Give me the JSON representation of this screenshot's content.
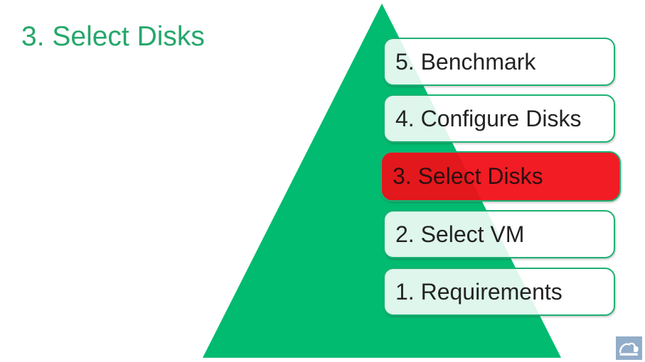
{
  "slide": {
    "title": "3. Select Disks",
    "colors": {
      "triangle_fill": "#00BB70",
      "box_border": "#1CB173",
      "title_text": "#25A76B",
      "box_text": "#232323",
      "highlight_fill": "#F00E16",
      "logo_background": "#92ADC9"
    },
    "pyramid": {
      "items": [
        {
          "label": "5. Benchmark",
          "highlighted": false
        },
        {
          "label": "4. Configure Disks",
          "highlighted": false
        },
        {
          "label": "3. Select Disks",
          "highlighted": true
        },
        {
          "label": "2. Select VM",
          "highlighted": false
        },
        {
          "label": "1. Requirements",
          "highlighted": false
        }
      ]
    },
    "logo": {
      "name": "cloud-logo"
    }
  }
}
